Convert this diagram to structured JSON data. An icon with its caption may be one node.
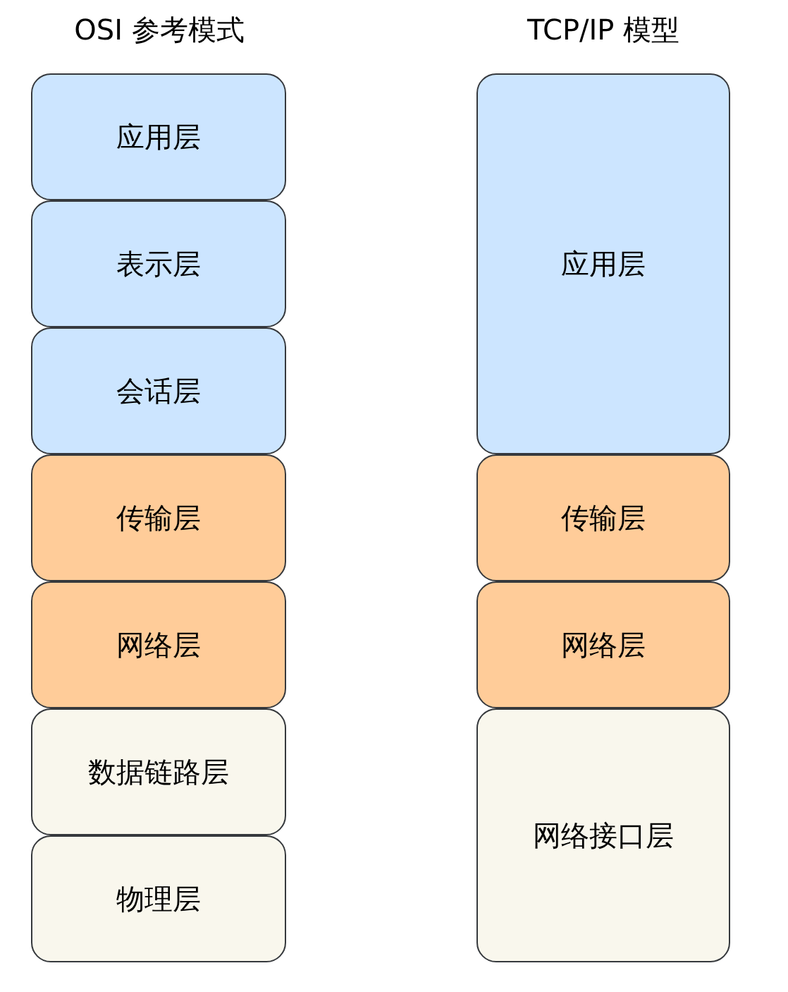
{
  "diagram": {
    "nodes": [
      {
        "text": [
          "应用层"
        ]
      },
      {
        "text": [
          "表示层"
        ]
      },
      {
        "text": [
          "会话层"
        ]
      },
      {
        "text": [
          "传输层"
        ]
      },
      {
        "text": [
          "网络层"
        ]
      },
      {
        "text": [
          "数据链路层"
        ]
      },
      {
        "text": [
          "物理层"
        ]
      },
      {
        "text": [
          "应用层"
        ]
      },
      {
        "text": [
          "传输层"
        ]
      },
      {
        "text": [
          "网络层"
        ]
      },
      {
        "text": [
          "网络接口层"
        ]
      }
    ],
    "labels": [
      "OSI 参考模式",
      "TCP/IP 模型"
    ]
  }
}
